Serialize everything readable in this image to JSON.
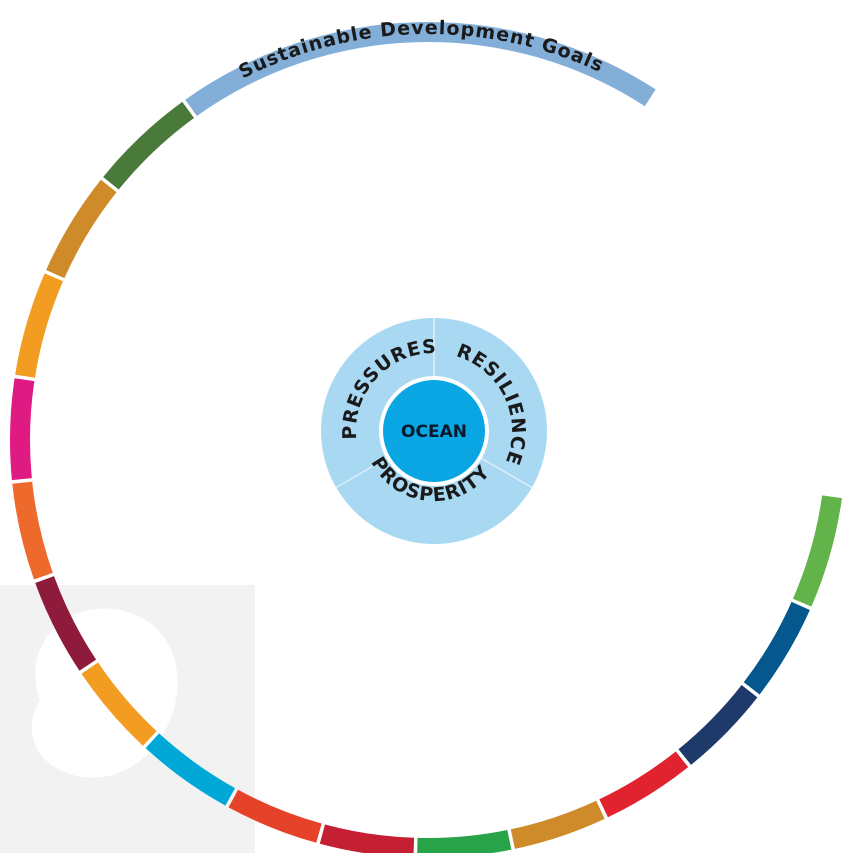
{
  "ring": {
    "label": "Sustainable Development Goals",
    "label_color": "#82aed8",
    "segment_colors": [
      "#82aed8",
      "#4a7a3a",
      "#cf8a2a",
      "#f39c22",
      "#e01a83",
      "#ee6a2c",
      "#8e1b3b",
      "#f39c22",
      "#00a8d8",
      "#e5422a",
      "#c41f33",
      "#28a34a",
      "#cf8a2a",
      "#e1232f",
      "#1e3a6a",
      "#04588d",
      "#61b34a"
    ]
  },
  "hub": {
    "labels": [
      "PRESSURES",
      "RESILIENCE",
      "PROSPERITY"
    ],
    "center": "OCEAN",
    "outer_color": "#a8d8f2",
    "center_color": "#0aa5e3"
  },
  "watermark": {
    "color": "#f1f1f1"
  }
}
